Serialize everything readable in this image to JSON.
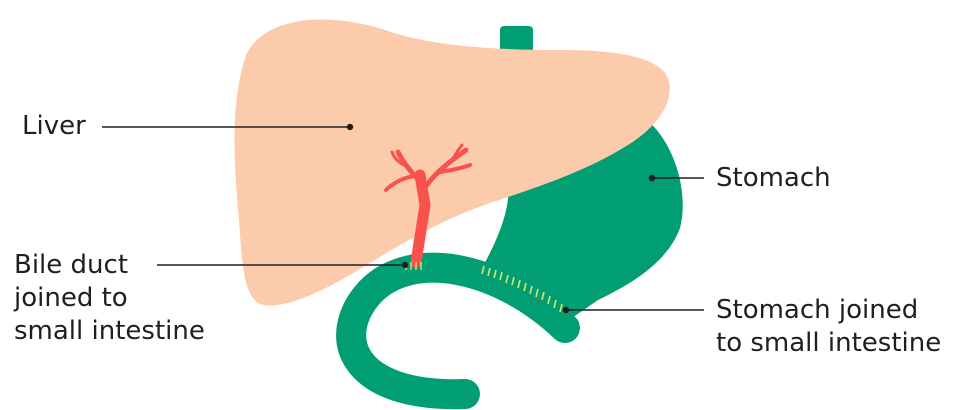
{
  "labels": {
    "liver": "Liver",
    "stomach": "Stomach",
    "bile_duct": [
      "Bile duct",
      "joined to",
      "small intestine"
    ],
    "stomach_joined": [
      "Stomach joined",
      "to small intestine"
    ]
  },
  "colors": {
    "liver": "#fccbab",
    "organ_green": "#009e72",
    "bile_duct": "#f9524c",
    "stitch": "#d9e26a",
    "leader_line": "#1f1f1f",
    "text": "#1f1f1f"
  }
}
